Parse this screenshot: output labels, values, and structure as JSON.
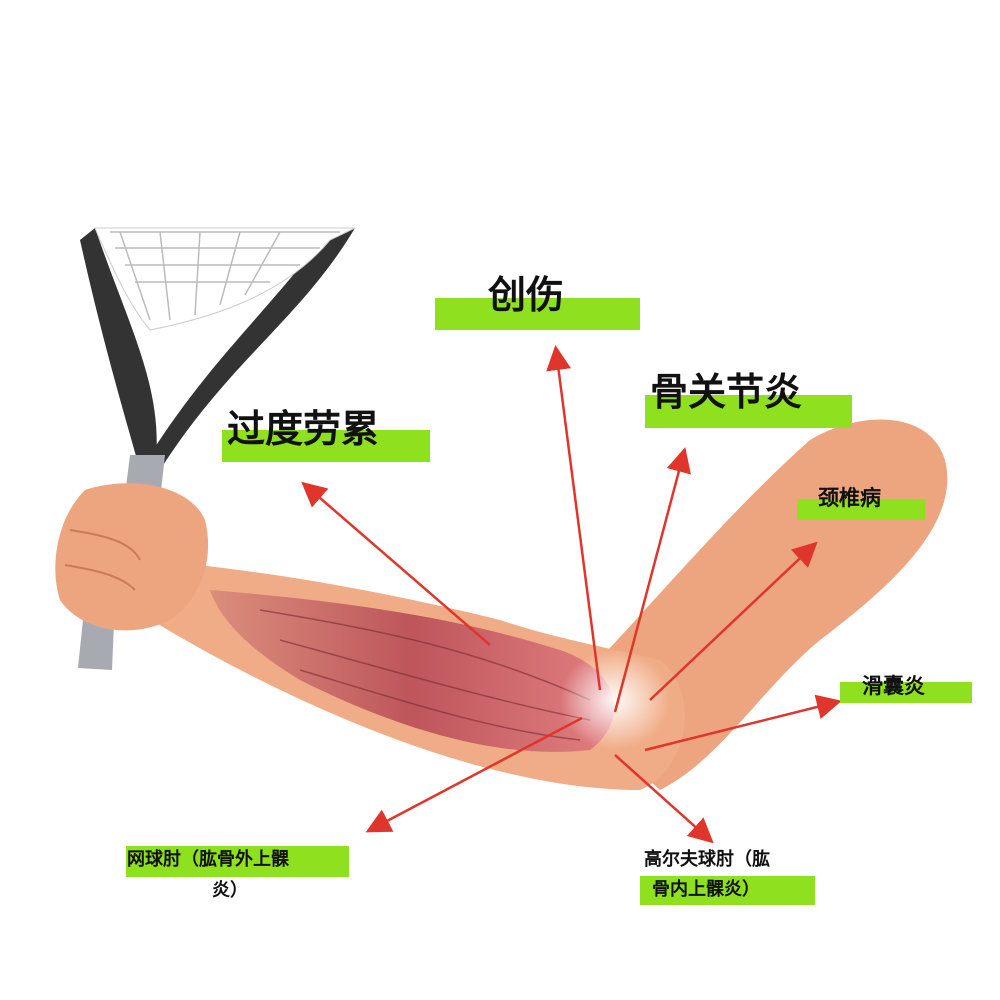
{
  "colors": {
    "highlight": "#8fe01e",
    "arrow": "#e0352b",
    "skin": "#eda57f",
    "muscle": "#b8505a"
  },
  "labels": {
    "trauma": "创伤",
    "osteoarthritis": "骨关节炎",
    "overwork": "过度劳累",
    "cervical": "颈椎病",
    "bursitis": "滑囊炎",
    "tennis_elbow_line1": "网球肘（肱骨外上髁",
    "tennis_elbow_line2": "炎）",
    "golfer_elbow_line1": "高尔夫球肘（肱",
    "golfer_elbow_line2": "骨内上髁炎）"
  }
}
